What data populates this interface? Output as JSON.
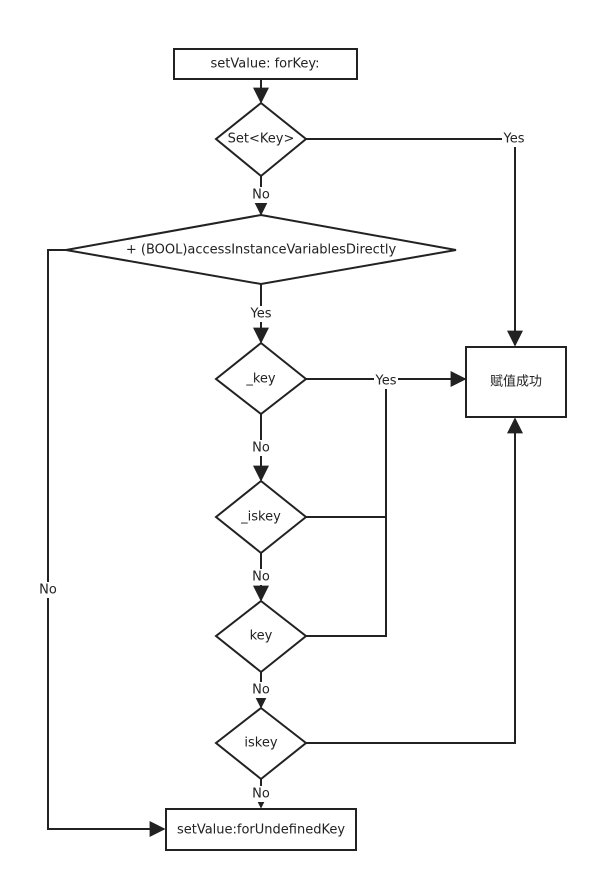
{
  "nodes": {
    "start": "setValue: forKey:",
    "set_key": "Set<Key>",
    "access": "+ (BOOL)accessInstanceVariablesDirectly",
    "underscore_key": "_key",
    "underscore_iskey": "_iskey",
    "key": "key",
    "iskey": "iskey",
    "success": "赋值成功",
    "undefined": "setValue:forUndefinedKey"
  },
  "edges": {
    "set_yes": "Yes",
    "set_no": "No",
    "access_yes": "Yes",
    "access_no": "No",
    "ivar_yes": "Yes",
    "underscore_key_no": "No",
    "underscore_iskey_no": "No",
    "key_no": "No",
    "iskey_no": "No"
  }
}
